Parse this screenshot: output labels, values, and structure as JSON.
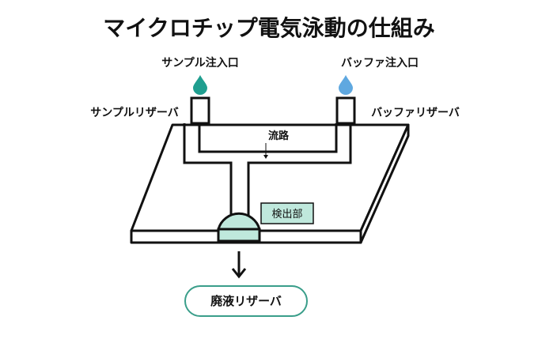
{
  "title": "マイクロチップ電気泳動の仕組み",
  "labels": {
    "sample_inlet": "サンプル注入口",
    "buffer_inlet": "バッファ注入口",
    "sample_reservoir": "サンプルリザーバ",
    "buffer_reservoir": "バッファリザーバ",
    "channel": "流路",
    "detector": "検出部",
    "waste_reservoir": "廃液リザーバ"
  },
  "colors": {
    "sample_drop": "#1f9e8f",
    "buffer_drop": "#5fa8e0",
    "detector_fill": "#bfe8dc",
    "waste_border": "#3a9e8a",
    "chip_fill": "#ffffff",
    "stroke": "#111111"
  }
}
